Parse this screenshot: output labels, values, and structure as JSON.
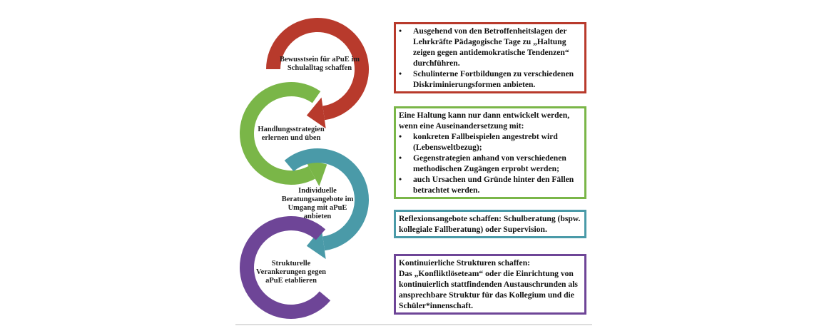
{
  "colors": {
    "red": "#b83a2c",
    "green": "#7ab648",
    "teal": "#4a9aa8",
    "purple": "#6e4597"
  },
  "cycle": [
    {
      "label": "Bewusstsein für aPuE im Schulalltag schaffen"
    },
    {
      "label": "Handlungsstrategien erlernen und üben"
    },
    {
      "label": "Individuelle Beratungsangebote im Umgang mit aPuE anbieten"
    },
    {
      "label": "Strukturelle Verankerungen gegen aPuE etablieren"
    }
  ],
  "boxes": {
    "red": {
      "items": [
        "Ausgehend von den Betroffenheitslagen der Lehrkräfte Pädagogische Tage zu „Haltung zeigen gegen antidemokratische Tendenzen“ durchführen.",
        "Schulinterne Fortbildungen zu verschiedenen Diskriminierungsformen anbieten."
      ]
    },
    "green": {
      "intro": "Eine Haltung kann nur dann entwickelt werden, wenn eine Auseinandersetzung mit:",
      "items": [
        "konkreten Fallbeispielen angestrebt wird (Lebensweltbezug);",
        "Gegenstrategien anhand von verschiedenen methodischen Zugängen erprobt werden;",
        "auch Ursachen und Gründe hinter den Fällen betrachtet werden."
      ]
    },
    "teal": {
      "text": "Reflexionsangebote schaffen: Schulberatung (bspw. kollegiale Fallberatung) oder Supervision."
    },
    "purple": {
      "title": "Kontinuierliche Strukturen schaffen:",
      "text": "Das „Konfliktlöseteam“ oder die Einrichtung von kontinuierlich stattfindenden Austauschrunden als ansprechbare Struktur für das Kollegium und die Schüler*innenschaft."
    }
  }
}
